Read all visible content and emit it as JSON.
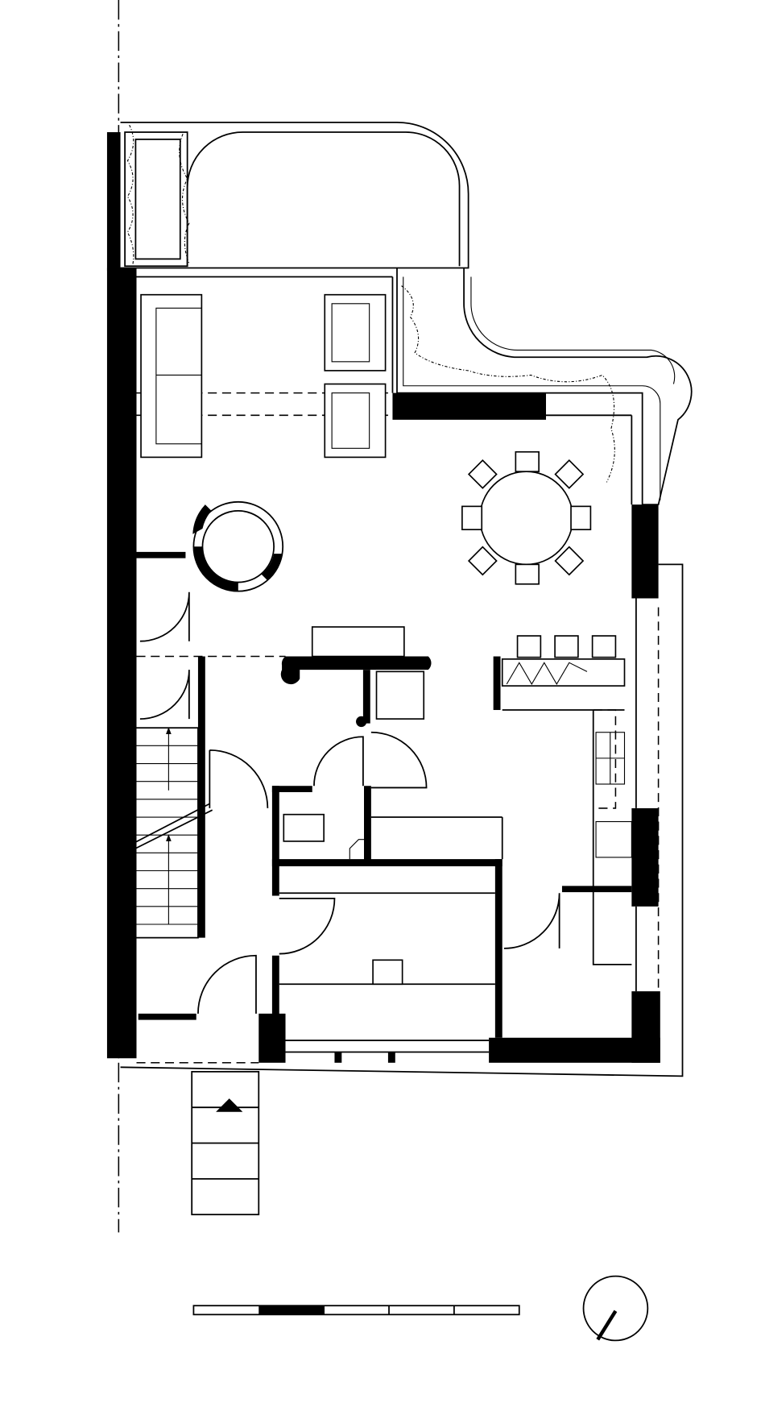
{
  "drawing": {
    "type": "architectural-floor-plan",
    "colors": {
      "ink": "#000000",
      "paper": "#ffffff"
    }
  },
  "scale_bar": {
    "segments": 5,
    "filled_segment_index": 1
  },
  "north_arrow": {
    "icon": "north-arrow-icon"
  }
}
